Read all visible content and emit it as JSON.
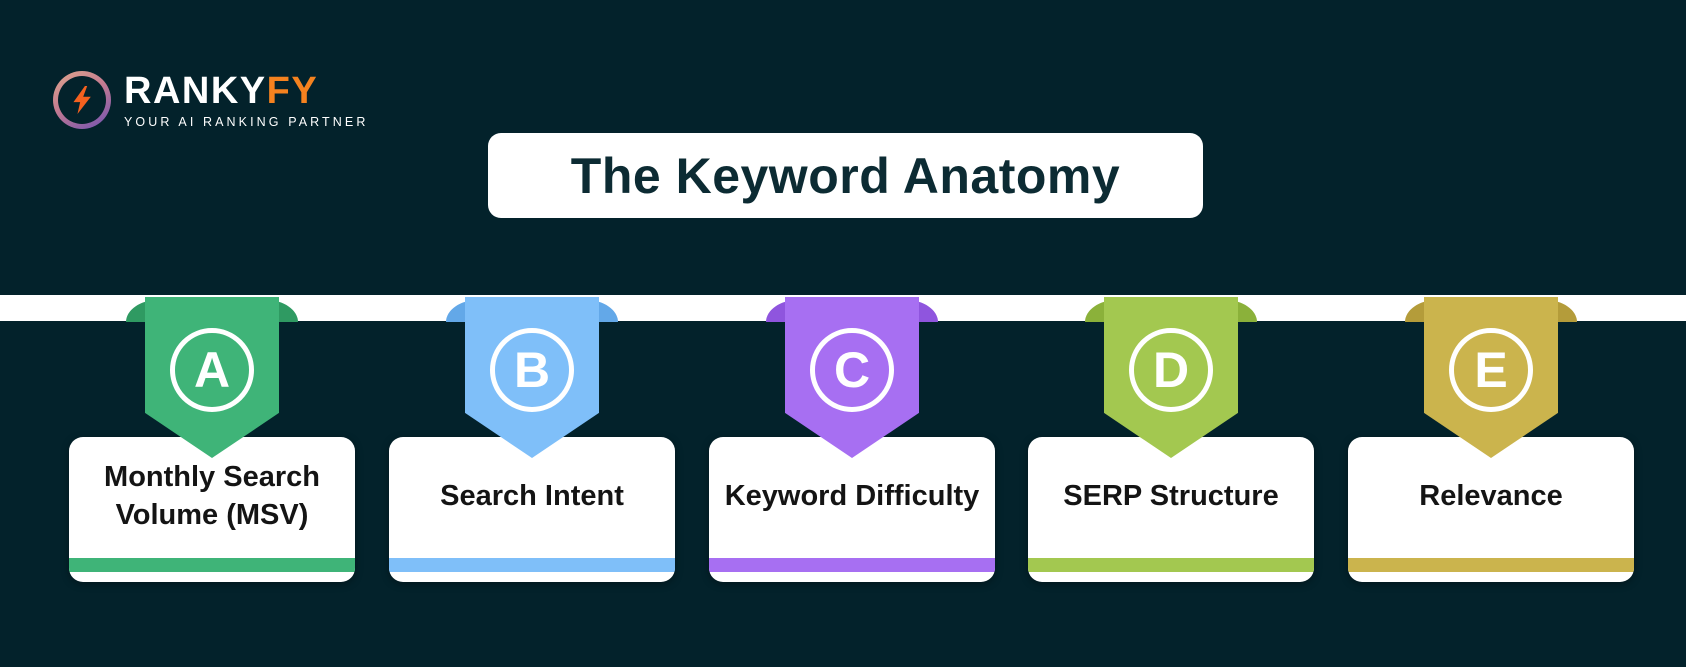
{
  "page": {
    "background_color": "#03222B",
    "band_color": "#FFFFFF"
  },
  "logo": {
    "icon": "lightning-bolt-icon",
    "brand_primary": "RANKY",
    "brand_accent": "FY",
    "accent_color": "#F5821F",
    "tagline": "YOUR AI RANKING PARTNER"
  },
  "title": {
    "text": "The Keyword Anatomy",
    "text_color": "#0C2B33",
    "background": "#FFFFFF"
  },
  "items": [
    {
      "letter": "A",
      "label": "Monthly Search Volume (MSV)",
      "color": "#3FB478",
      "wing_color": "#2F9A62"
    },
    {
      "letter": "B",
      "label": "Search Intent",
      "color": "#7FBFF9",
      "wing_color": "#63A8E8"
    },
    {
      "letter": "C",
      "label": "Keyword Difficulty",
      "color": "#A76FF2",
      "wing_color": "#8F55DE"
    },
    {
      "letter": "D",
      "label": "SERP Structure",
      "color": "#A3C850",
      "wing_color": "#8BB13A"
    },
    {
      "letter": "E",
      "label": "Relevance",
      "color": "#CBB44D",
      "wing_color": "#B49C3A"
    }
  ]
}
